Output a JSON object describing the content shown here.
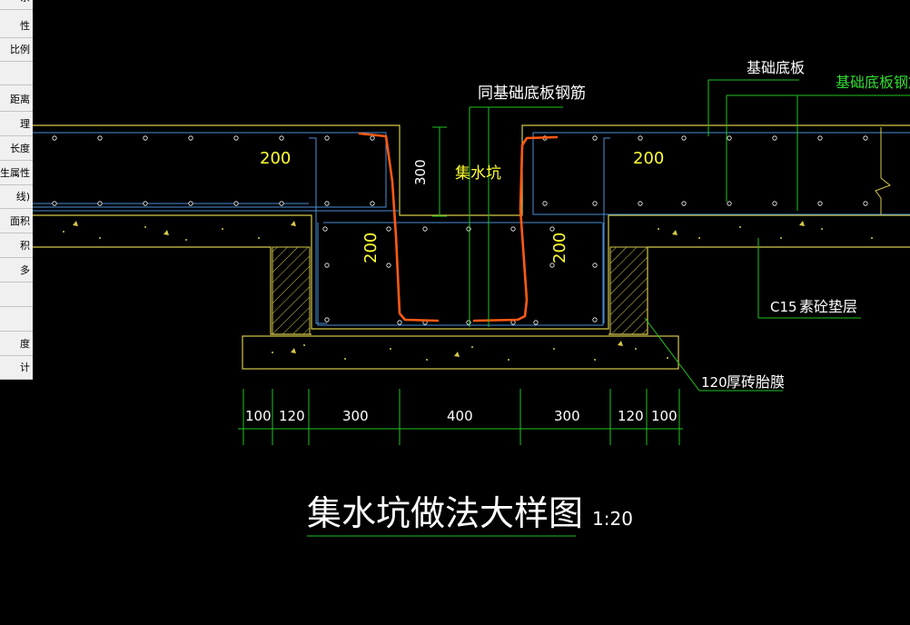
{
  "colors": {
    "background": "#000000",
    "outline": "#d6c94a",
    "rebar": "#4a8fd9",
    "dimension": "#1fc41f",
    "text_white": "#ffffff",
    "text_yellow": "#ffff33",
    "text_green": "#33dd33",
    "markup": "#ff5a14",
    "hatch": "#d6c94a"
  },
  "side_menu": {
    "items": [
      "系",
      "性",
      "比例",
      "",
      "距离",
      "理",
      "长度",
      "生属性",
      "线)",
      "面积",
      "积",
      "多",
      "",
      "",
      "度",
      "计"
    ]
  },
  "drawing": {
    "label_rebar_same": "同基础底板钢筋",
    "label_foundation_slab": "基础底板",
    "label_foundation_slab_rebar": "基础底板钢筋",
    "label_sump": "集水坑",
    "label_dim_300_vertical": "300",
    "label_200_left": "200",
    "label_200_right": "200",
    "label_200_pit_left": "200",
    "label_200_pit_right": "200",
    "label_c15": "C15",
    "label_cushion": "素砼垫层",
    "label_brick": "120",
    "label_brick_text": "厚砖胎膜",
    "dims": [
      "100",
      "120",
      "300",
      "400",
      "300",
      "120",
      "100"
    ],
    "title": "集水坑做法大样图",
    "scale": "1:20"
  },
  "icons": {
    "break_line": "break-line-icon"
  }
}
